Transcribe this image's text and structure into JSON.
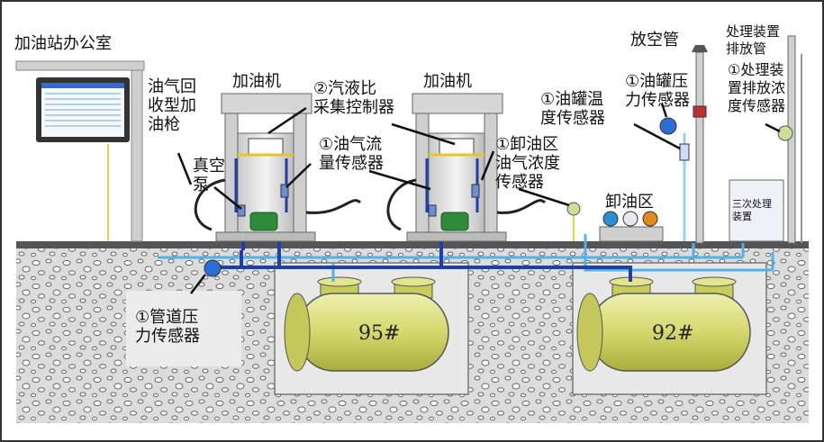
{
  "labels": {
    "office": "加油站办公室",
    "dispenser_1": "加油机",
    "dispenser_2": "加油机",
    "vapor_nozzle": [
      "油气回",
      "收型加",
      "油枪"
    ],
    "vacuum_pump": [
      "真空",
      "泵"
    ],
    "collector": [
      "②汽液比",
      "采集控制器"
    ],
    "flow_sensor": [
      "①油气流",
      "量传感器"
    ],
    "unload_conc": [
      "①卸油区",
      "油气浓度",
      "传感器"
    ],
    "tank_temp": [
      "①油罐温",
      "度传感器"
    ],
    "tank_pressure": [
      "①油罐压",
      "力传感器"
    ],
    "vent_pipe": "放空管",
    "treatment_vent": [
      "处理装置",
      "排放管"
    ],
    "treatment_conc": [
      "①处理装",
      "置排放浓",
      "度传感器"
    ],
    "unload_area": "卸油区",
    "third_treatment": [
      "三次处理",
      "装置"
    ],
    "pipe_pressure": [
      "①管道压",
      "力传感器"
    ],
    "tank_95": "95#",
    "tank_92": "92#"
  },
  "colors": {
    "pipe_dark_blue": "#1f3fa8",
    "pipe_light_blue": "#4fb3e8",
    "tank_body": "#d8dc7a",
    "soil": "#d9d9d9",
    "pump_green": "#2e8b3a"
  }
}
